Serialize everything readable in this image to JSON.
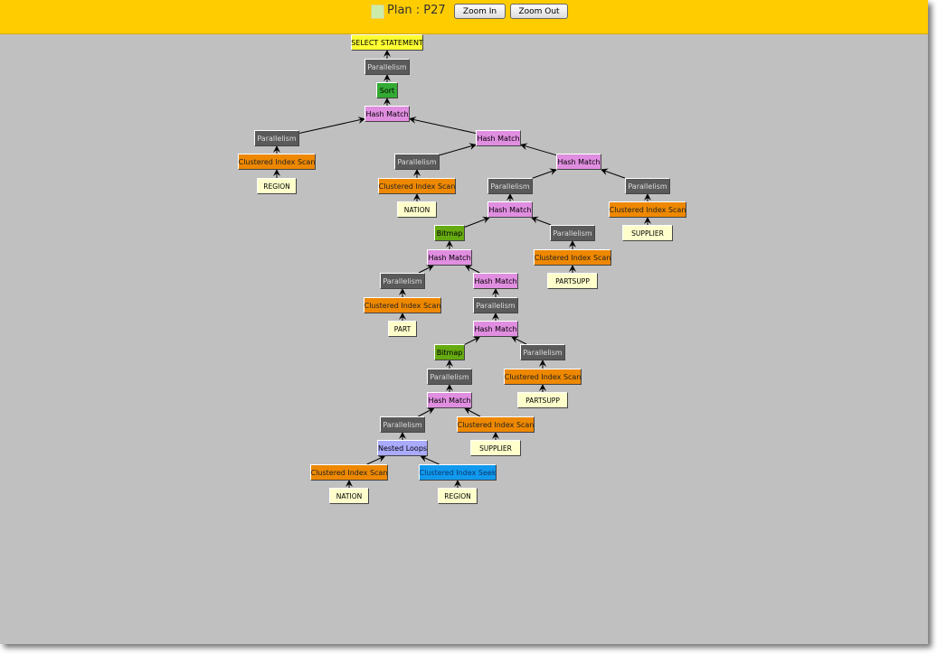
{
  "toolbar": {
    "plan_label": "Plan : P27",
    "zoom_in": "Zoom In",
    "zoom_out": "Zoom Out"
  },
  "type_colors": {
    "select": "#ffff33",
    "parallelism": "#5a5a5a",
    "sort": "#33aa33",
    "hash": "#e08ee0",
    "scan": "#ee8800",
    "table": "#ffffcc",
    "bitmap": "#66aa11",
    "loops": "#aaaaff",
    "seek": "#1199ee"
  },
  "nodes": [
    {
      "label": "SELECT STATEMENT",
      "type": "select",
      "parent": null
    },
    {
      "label": "Parallelism",
      "type": "parallelism",
      "parent": 0
    },
    {
      "label": "Sort",
      "type": "sort",
      "parent": 1
    },
    {
      "label": "Hash Match",
      "type": "hash",
      "parent": 2
    },
    {
      "label": "Parallelism",
      "type": "parallelism",
      "parent": 3
    },
    {
      "label": "Clustered Index Scan",
      "type": "scan",
      "parent": 4
    },
    {
      "label": "REGION",
      "type": "table",
      "parent": 5
    },
    {
      "label": "Hash Match",
      "type": "hash",
      "parent": 3
    },
    {
      "label": "Parallelism",
      "type": "parallelism",
      "parent": 7
    },
    {
      "label": "Clustered Index Scan",
      "type": "scan",
      "parent": 8
    },
    {
      "label": "NATION",
      "type": "table",
      "parent": 9
    },
    {
      "label": "Hash Match",
      "type": "hash",
      "parent": 7
    },
    {
      "label": "Parallelism",
      "type": "parallelism",
      "parent": 11
    },
    {
      "label": "Clustered Index Scan",
      "type": "scan",
      "parent": 12
    },
    {
      "label": "SUPPLIER",
      "type": "table",
      "parent": 13
    },
    {
      "label": "Parallelism",
      "type": "parallelism",
      "parent": 11
    },
    {
      "label": "Hash Match",
      "type": "hash",
      "parent": 15
    },
    {
      "label": "Bitmap",
      "type": "bitmap",
      "parent": 16
    },
    {
      "label": "Parallelism",
      "type": "parallelism",
      "parent": 16
    },
    {
      "label": "Clustered Index Scan",
      "type": "scan",
      "parent": 18
    },
    {
      "label": "PARTSUPP",
      "type": "table",
      "parent": 19
    },
    {
      "label": "Hash Match",
      "type": "hash",
      "parent": 17
    },
    {
      "label": "Parallelism",
      "type": "parallelism",
      "parent": 21
    },
    {
      "label": "Clustered Index Scan",
      "type": "scan",
      "parent": 22
    },
    {
      "label": "PART",
      "type": "table",
      "parent": 23
    },
    {
      "label": "Hash Match",
      "type": "hash",
      "parent": 21
    },
    {
      "label": "Parallelism",
      "type": "parallelism",
      "parent": 25
    },
    {
      "label": "Hash Match",
      "type": "hash",
      "parent": 26
    },
    {
      "label": "Bitmap",
      "type": "bitmap",
      "parent": 27
    },
    {
      "label": "Parallelism",
      "type": "parallelism",
      "parent": 27
    },
    {
      "label": "Clustered Index Scan",
      "type": "scan",
      "parent": 29
    },
    {
      "label": "PARTSUPP",
      "type": "table",
      "parent": 30
    },
    {
      "label": "Parallelism",
      "type": "parallelism",
      "parent": 28
    },
    {
      "label": "Hash Match",
      "type": "hash",
      "parent": 32
    },
    {
      "label": "Parallelism",
      "type": "parallelism",
      "parent": 33
    },
    {
      "label": "Clustered Index Scan",
      "type": "scan",
      "parent": 33
    },
    {
      "label": "SUPPLIER",
      "type": "table",
      "parent": 35
    },
    {
      "label": "Nested Loops",
      "type": "loops",
      "parent": 34
    },
    {
      "label": "Clustered Index Scan",
      "type": "scan",
      "parent": 37
    },
    {
      "label": "NATION",
      "type": "table",
      "parent": 38
    },
    {
      "label": "Clustered Index Seek",
      "type": "seek",
      "parent": 37
    },
    {
      "label": "REGION",
      "type": "table",
      "parent": 40
    }
  ]
}
